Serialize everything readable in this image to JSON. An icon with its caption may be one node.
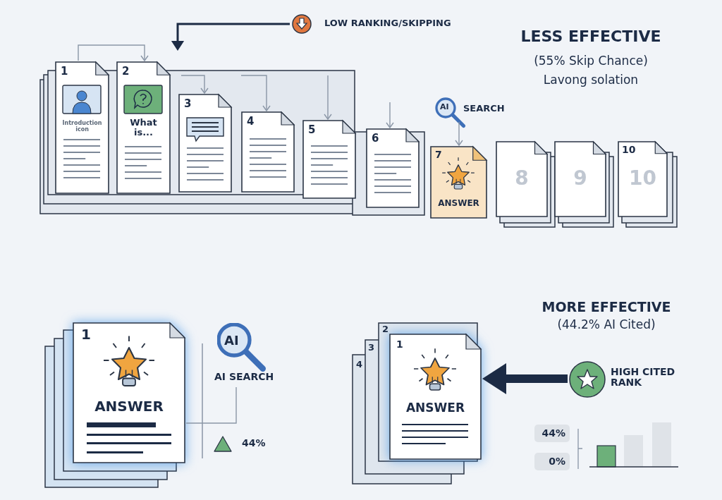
{
  "diagram": {
    "nodes": [
      {
        "text": [
          "1",
          "Introduction icon"
        ]
      },
      {
        "text": [
          "2",
          "What is..."
        ]
      },
      {
        "text": [
          "3"
        ]
      },
      {
        "text": [
          "4"
        ]
      },
      {
        "text": [
          "5"
        ]
      },
      {
        "text": [
          "6"
        ]
      },
      {
        "text": [
          "7",
          "ANSWER"
        ]
      },
      {
        "text": [
          "8"
        ]
      },
      {
        "text": [
          "9"
        ]
      },
      {
        "text": [
          "10",
          "10"
        ]
      },
      {
        "text": [
          "LOW RANKING/SKIPPING"
        ]
      },
      {
        "text": [
          "AI",
          "SEARCH"
        ]
      },
      {
        "text": [
          "1",
          "ANSWER"
        ]
      },
      {
        "text": [
          "AI",
          "AI SEARCH"
        ]
      },
      {
        "text": [
          "1",
          "ANSWER"
        ],
        "beside": [
          "2",
          "3",
          "4"
        ]
      },
      {
        "text": [
          "HIGH CITED RANK"
        ]
      }
    ],
    "edges": [
      {
        "from": 10,
        "to": null,
        "arrow": "to",
        "style": "thick",
        "color": "#1c2b45"
      },
      {
        "from": 0,
        "to": 1,
        "arrow": "to"
      },
      {
        "from": null,
        "to": 2,
        "arrow": "to"
      },
      {
        "from": null,
        "to": 3,
        "arrow": "to"
      },
      {
        "from": null,
        "to": 4,
        "arrow": "to"
      },
      {
        "from": null,
        "to": 5,
        "arrow": "to"
      },
      {
        "from": 11,
        "to": 6,
        "arrow": "to"
      },
      {
        "from": 13,
        "to": 12,
        "arrow": "none"
      },
      {
        "from": 15,
        "to": 14,
        "arrow": "to",
        "style": "thick",
        "color": "#1c2b45"
      }
    ],
    "labels": [
      "LESS EFFECTIVE",
      "(55% Skip Chance)",
      "Lavong solation",
      "44%",
      "MORE EFFECTIVE",
      "(44.2% AI Cited)",
      "44%",
      "0%"
    ]
  }
}
